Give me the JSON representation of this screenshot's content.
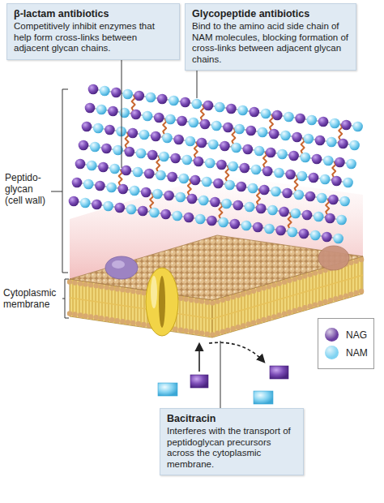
{
  "diagram": {
    "nodes": [
      {
        "text": [
          "β-lactam antibiotics",
          "Competitively inhibit enzymes that help form cross-links between adjacent glycan chains."
        ]
      },
      {
        "text": [
          "Glycopeptide antibiotics",
          "Bind to the amino acid side chain of NAM molecules, blocking formation of cross-links between adjacent glycan chains."
        ]
      },
      {
        "text": [
          "Bacitracin",
          "Interferes with the transport of peptidoglycan precursors across the cytoplasmic membrane."
        ]
      }
    ],
    "labels": [
      "Peptido- glycan (cell wall)",
      "Cytoplasmic membrane"
    ],
    "legend": [
      {
        "text": "NAG",
        "color": "#6b3fa0"
      },
      {
        "text": "NAM",
        "color": "#7fd3f2"
      }
    ]
  }
}
